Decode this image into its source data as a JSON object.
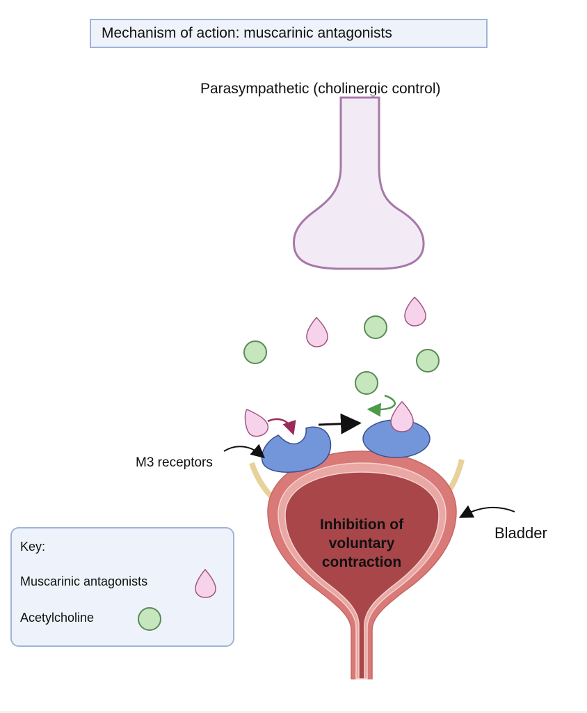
{
  "title": "Mechanism of action: muscarinic antagonists",
  "labels": {
    "parasympathetic": "Parasympathetic (cholinergic control)",
    "m3_receptors": "M3 receptors",
    "bladder": "Bladder",
    "bladder_effect": "Inhibition of voluntary contraction"
  },
  "key": {
    "title": "Key:",
    "items": [
      {
        "label": "Muscarinic antagonists",
        "icon": "pink-droplet-icon"
      },
      {
        "label": "Acetylcholine",
        "icon": "green-circle-icon"
      }
    ]
  },
  "colors": {
    "antagonist_fill": "#f6d3ea",
    "antagonist_stroke": "#a0567f",
    "acetylcholine_fill": "#c6e6bd",
    "acetylcholine_stroke": "#5a8a55",
    "receptor_fill": "#7396db",
    "receptor_stroke": "#3a4f8f",
    "neuron_fill": "#f2eaf5",
    "neuron_stroke": "#a678a8",
    "bladder_outer": "#d97a78",
    "bladder_inner": "#a8464a",
    "key_bg": "#eef3fb",
    "key_border": "#9fb3d6"
  }
}
